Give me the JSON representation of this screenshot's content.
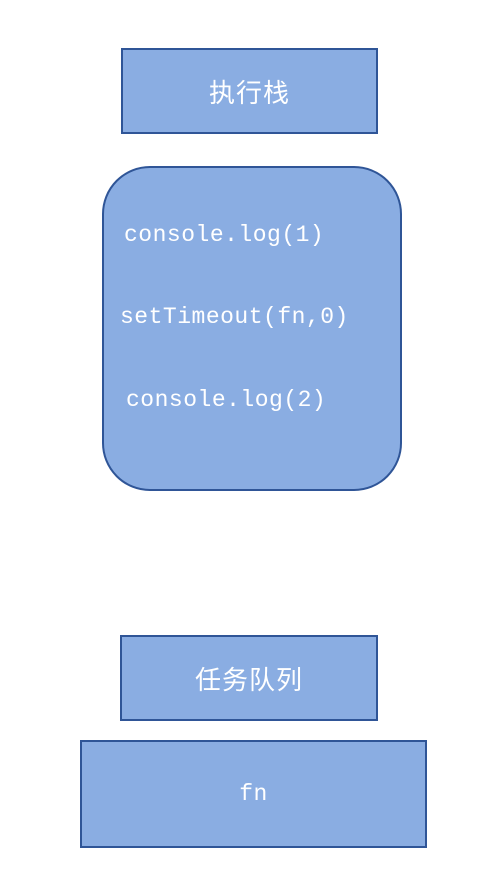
{
  "execution_stack": {
    "title": "执行栈",
    "items": [
      "console.log(1)",
      "setTimeout(fn,0)",
      "console.log(2)"
    ]
  },
  "task_queue": {
    "title": "任务队列",
    "items": [
      "fn"
    ]
  },
  "colors": {
    "box_fill": "#8aade2",
    "box_border": "#2f5597",
    "text": "#ffffff"
  }
}
